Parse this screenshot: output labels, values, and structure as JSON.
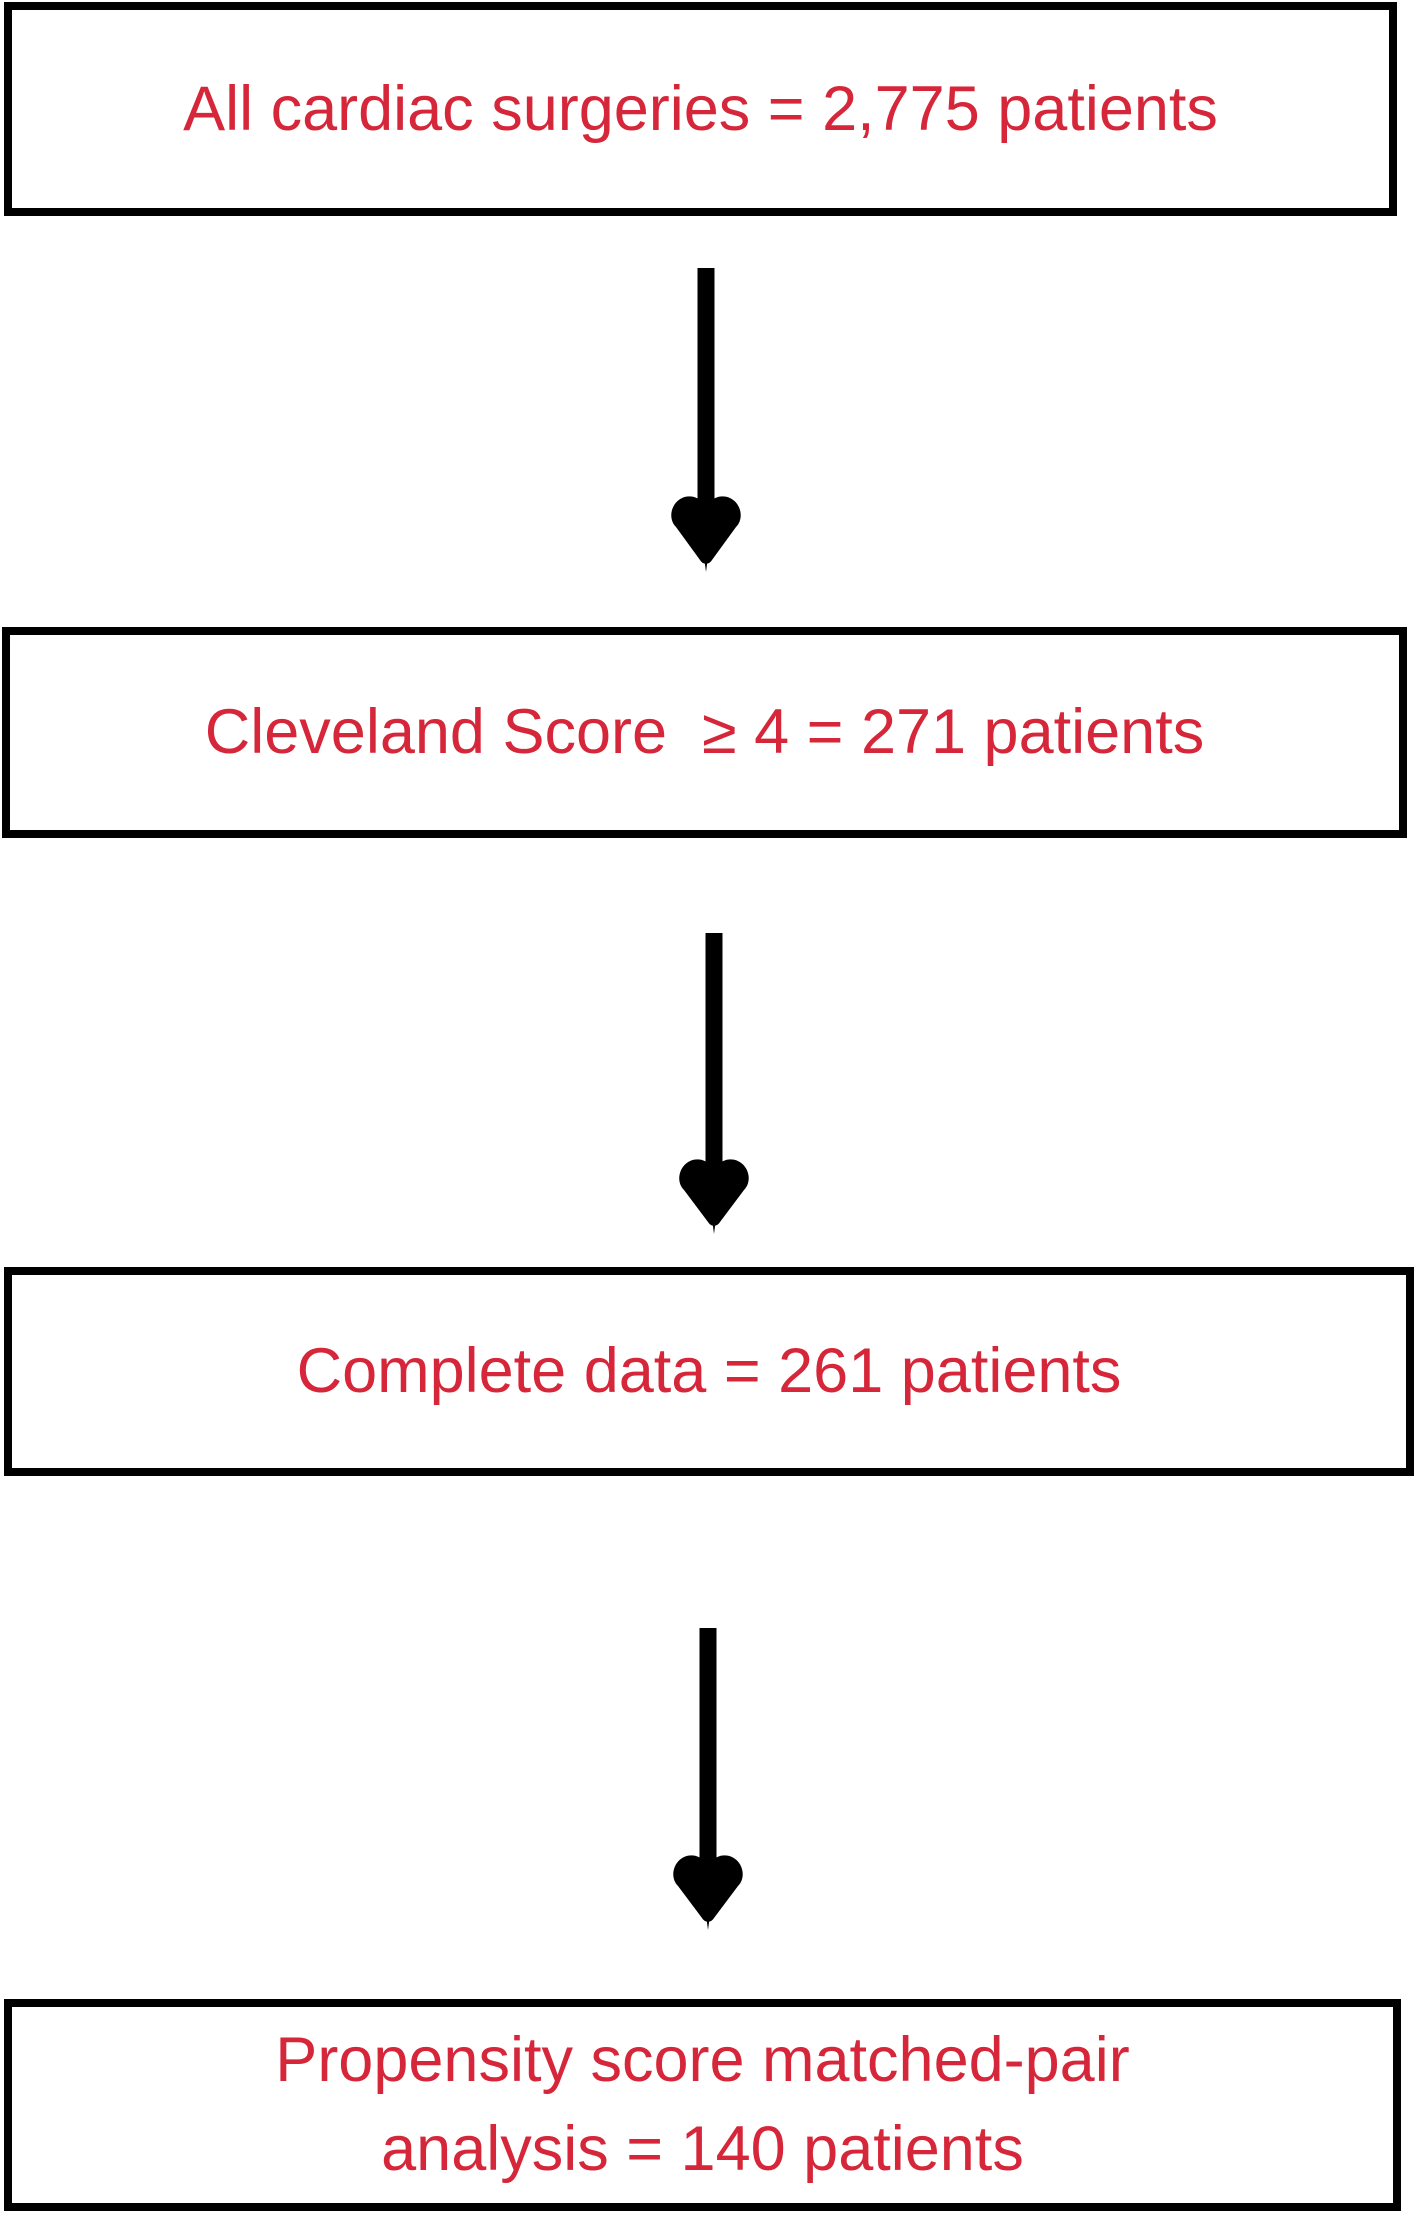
{
  "diagram": {
    "title": "Patient selection flowchart",
    "type": "flowchart",
    "orientation": "vertical",
    "colors": {
      "text": "#d6263a",
      "border": "#000000",
      "background": "#ffffff",
      "arrow": "#000000"
    },
    "nodes": [
      {
        "id": "node-1",
        "name": "all-cardiac-surgeries",
        "label": "All cardiac surgeries = 2,775 patients",
        "lines": [
          "All cardiac surgeries = 2,775 patients"
        ],
        "count": 2775,
        "unit": "patients"
      },
      {
        "id": "node-2",
        "name": "cleveland-score",
        "label": "Cleveland Score  ≥ 4 = 271 patients",
        "lines": [
          "Cleveland Score  ≥ 4 = 271 patients"
        ],
        "count": 271,
        "unit": "patients"
      },
      {
        "id": "node-3",
        "name": "complete-data",
        "label": "Complete data = 261 patients",
        "lines": [
          "Complete data = 261 patients"
        ],
        "count": 261,
        "unit": "patients"
      },
      {
        "id": "node-4",
        "name": "propensity-score-matched-pair-analysis",
        "label": "Propensity score matched-pair\nanalysis = 140 patients",
        "lines": [
          "Propensity score matched-pair",
          "analysis = 140 patients"
        ],
        "count": 140,
        "unit": "patients"
      }
    ],
    "connectors": [
      {
        "id": "arrow-1",
        "name": "arrow-node1-to-node2",
        "icon": "arrow-down-icon",
        "from": "node-1",
        "to": "node-2"
      },
      {
        "id": "arrow-2",
        "name": "arrow-node2-to-node3",
        "icon": "arrow-down-icon",
        "from": "node-2",
        "to": "node-3"
      },
      {
        "id": "arrow-3",
        "name": "arrow-node3-to-node4",
        "icon": "arrow-down-icon",
        "from": "node-3",
        "to": "node-4"
      }
    ]
  }
}
